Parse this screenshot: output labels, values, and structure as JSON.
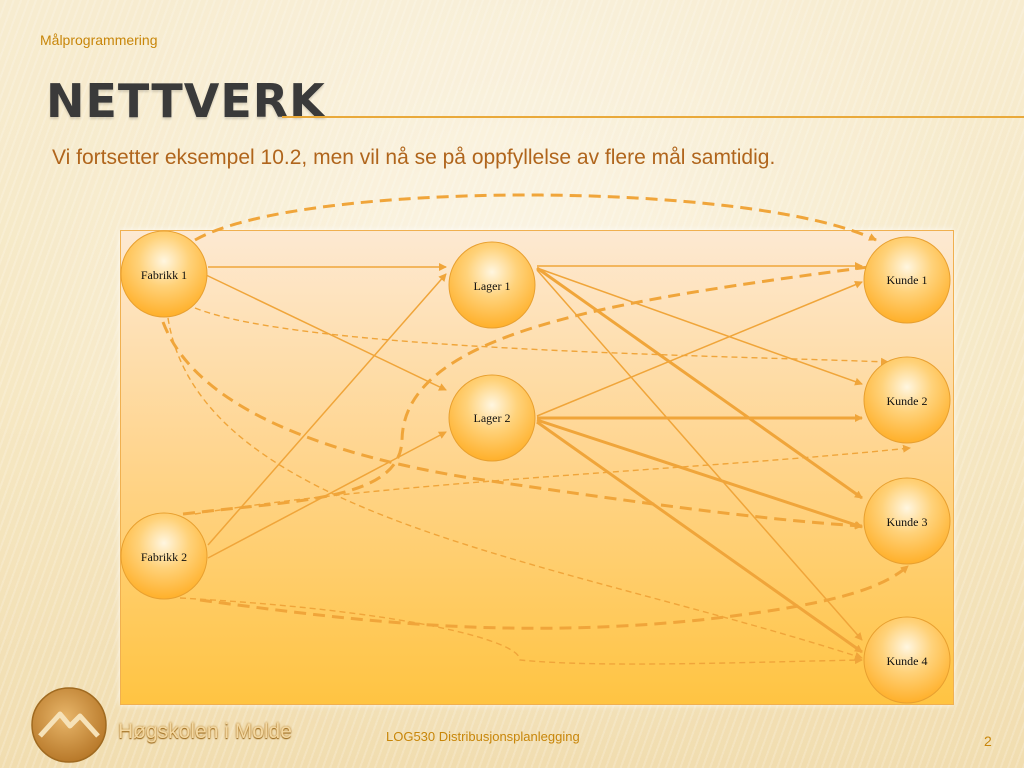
{
  "header": {
    "subject": "Målprogrammering",
    "title": "NETTVERK",
    "lead": "Vi fortsetter eksempel 10.2, men vil nå se på oppfyllelse av flere mål samtidig."
  },
  "nodes": {
    "fabrikk1": "Fabrikk 1",
    "fabrikk2": "Fabrikk 2",
    "lager1": "Lager 1",
    "lager2": "Lager 2",
    "kunde1": "Kunde 1",
    "kunde2": "Kunde 2",
    "kunde3": "Kunde 3",
    "kunde4": "Kunde 4"
  },
  "footer": {
    "logo_text": "Høgskolen i Molde",
    "course": "LOG530 Distribusjonsplanlegging",
    "page": "2"
  },
  "colors": {
    "accent": "#e9a93a",
    "arrow": "#f0a53a",
    "node_fill": "#ffc040"
  }
}
